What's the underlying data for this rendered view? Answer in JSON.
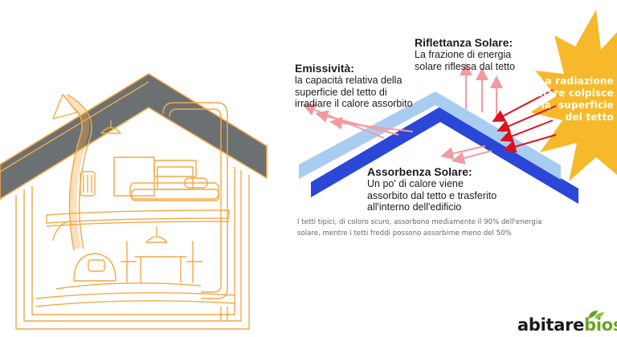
{
  "emissivity": {
    "title": "Emissività:",
    "lines": [
      "la capacità relativa della",
      "superficie del tetto di",
      "irradiare il calore assorbito"
    ]
  },
  "reflectance": {
    "title": "Riflettanza Solare:",
    "lines": [
      "La frazione di energia",
      "solare riflessa dal tetto"
    ]
  },
  "sun": {
    "lines": [
      "La radiazione",
      "solare colpisce",
      "la  superficie",
      "del tetto"
    ]
  },
  "absorbance": {
    "title": "Assorbenza Solare:",
    "lines": [
      "Un po' di calore viene",
      "assorbito dal tetto e trasferito",
      "all'interno dell'edificio"
    ]
  },
  "footnote": {
    "lines": [
      "I tetti tipici, di coloro scuro, assorbono mediamente il 90% dell'energia",
      "solare, mentre i tetti freddi possono assorbirne meno del 50%"
    ]
  },
  "logo": {
    "part1": "abitare",
    "part2": "bios"
  },
  "colors": {
    "house_outline": "#f3a947",
    "roof_gray": "#6b7173",
    "sun_yellow": "#f6b92b",
    "roof_dark_blue": "#2b47d8",
    "roof_light_blue": "#a9cdf0",
    "heat_arrow": "#f39aa0",
    "incoming_arrow": "#e0101c",
    "logo_dark": "#1a1a1a",
    "logo_green": "#6aa324"
  }
}
